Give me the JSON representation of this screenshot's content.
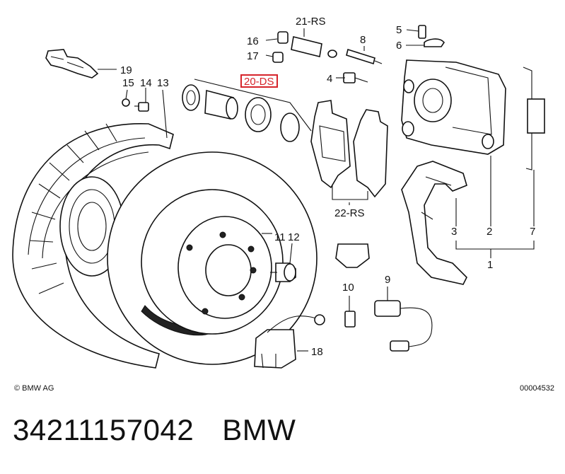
{
  "diagram": {
    "labels": {
      "l1": "1",
      "l2": "2",
      "l3": "3",
      "l4": "4",
      "l5": "5",
      "l6": "6",
      "l7": "7",
      "l8": "8",
      "l9": "9",
      "l10": "10",
      "l11": "11",
      "l12": "12",
      "l13": "13",
      "l14": "14",
      "l15": "15",
      "l16": "16",
      "l17": "17",
      "l18": "18",
      "l19": "19",
      "l20": "20-DS",
      "l21": "21-RS",
      "l22": "22-RS"
    },
    "highlight_color": "#d6242b",
    "copyright": "© BMW AG",
    "diagram_number": "00004532"
  },
  "caption": {
    "part_number": "34211157042",
    "brand": "BMW"
  }
}
